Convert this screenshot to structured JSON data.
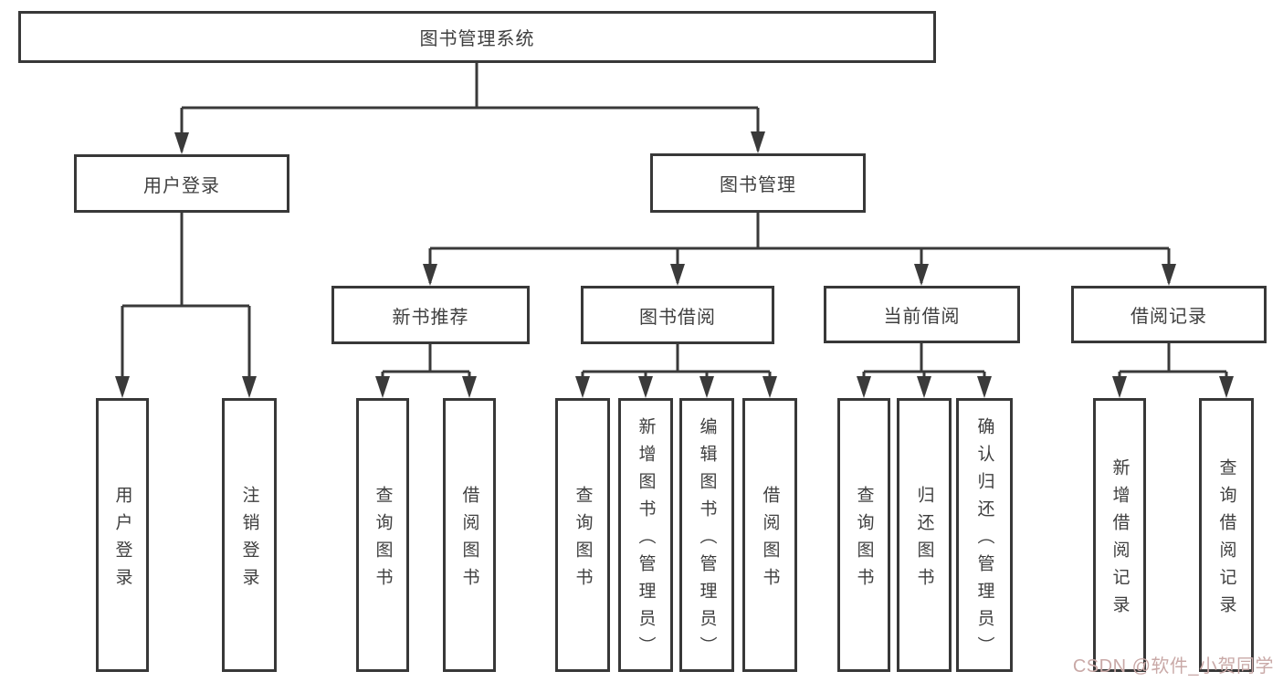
{
  "title": "图书管理系统",
  "colors": {
    "line": "#3a3a3a",
    "border": "#383838",
    "text": "#3f3f3f",
    "background": "#ffffff",
    "watermark": "#c9a9a7"
  },
  "nodes": {
    "root": {
      "label": "图书管理系统"
    },
    "user_login": {
      "label": "用户登录"
    },
    "book_mgmt": {
      "label": "图书管理"
    },
    "new_rec": {
      "label": "新书推荐"
    },
    "borrow": {
      "label": "图书借阅"
    },
    "current": {
      "label": "当前借阅"
    },
    "record": {
      "label": "借阅记录"
    },
    "leaf_login": {
      "label": "用户登录"
    },
    "leaf_logout": {
      "label": "注销登录"
    },
    "rec_query": {
      "label": "查询图书"
    },
    "rec_borrow": {
      "label": "借阅图书"
    },
    "bor_query": {
      "label": "查询图书"
    },
    "bor_add": {
      "label": "新增图书（管理员）"
    },
    "bor_edit": {
      "label": "编辑图书（管理员）"
    },
    "bor_borrow": {
      "label": "借阅图书"
    },
    "cur_query": {
      "label": "查询图书"
    },
    "cur_return": {
      "label": "归还图书"
    },
    "cur_confirm": {
      "label": "确认归还（管理员）"
    },
    "log_add": {
      "label": "新增借阅记录"
    },
    "log_query": {
      "label": "查询借阅记录"
    }
  },
  "structure": {
    "图书管理系统": {
      "用户登录": [
        "用户登录",
        "注销登录"
      ],
      "图书管理": {
        "新书推荐": [
          "查询图书",
          "借阅图书"
        ],
        "图书借阅": [
          "查询图书",
          "新增图书（管理员）",
          "编辑图书（管理员）",
          "借阅图书"
        ],
        "当前借阅": [
          "查询图书",
          "归还图书",
          "确认归还（管理员）"
        ],
        "借阅记录": [
          "新增借阅记录",
          "查询借阅记录"
        ]
      }
    }
  },
  "watermark": {
    "text": "CSDN @软件_小贺同学"
  }
}
